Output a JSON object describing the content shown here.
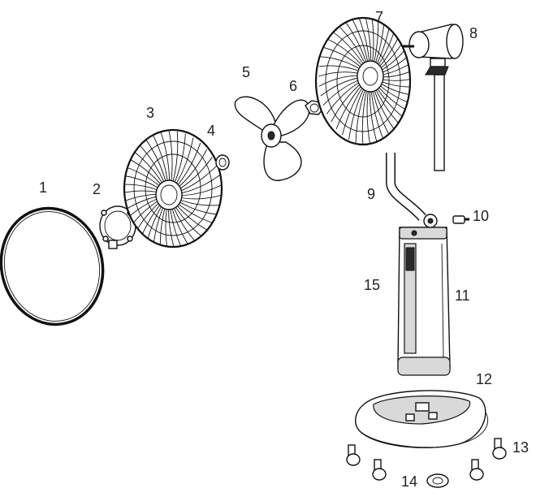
{
  "diagram": {
    "part_labels": [
      "1",
      "2",
      "3",
      "4",
      "5",
      "6",
      "7",
      "8",
      "9",
      "10",
      "11",
      "12",
      "13",
      "14",
      "15"
    ]
  }
}
